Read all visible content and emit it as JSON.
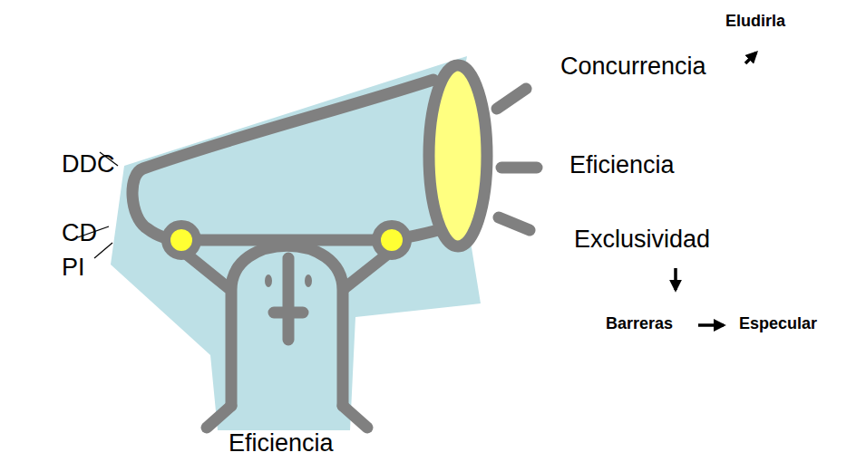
{
  "diagram": {
    "labels": [
      "Eludirla",
      "Concurrencia",
      "Eficiencia",
      "Exclusividad",
      "Barreras",
      "Especular",
      "DDC",
      "CD",
      "PI",
      "Eficiencia"
    ]
  }
}
